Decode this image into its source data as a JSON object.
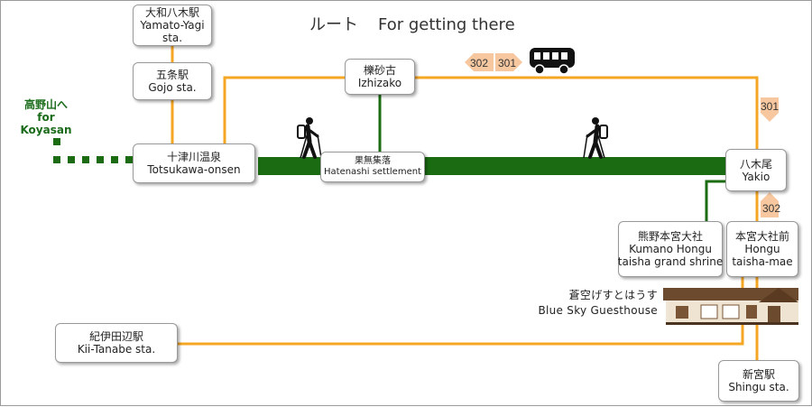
{
  "title": {
    "ja": "ルート",
    "en": "For getting there"
  },
  "koyasan": {
    "ja": "高野山へ",
    "en": "for Koyasan"
  },
  "stations": {
    "yamato_yagi": {
      "ja": "大和八木駅",
      "en1": "Yamato-Yagi",
      "en2": "sta."
    },
    "gojo": {
      "ja": "五条駅",
      "en": "Gojo sta."
    },
    "totsukawa": {
      "ja": "十津川温泉",
      "en": "Totsukawa-onsen"
    },
    "izhizako": {
      "ja": "櫟砂古",
      "en": "Izhizako"
    },
    "hatenashi": {
      "ja": "果無集落",
      "en": "Hatenashi settlement"
    },
    "yakio": {
      "ja": "八木尾",
      "en": "Yakio"
    },
    "kumano_hongu": {
      "ja": "熊野本宮大社",
      "en1": "Kumano Hongu",
      "en2": "taisha grand shrine"
    },
    "hongu_taisha_mae": {
      "ja": "本宮大社前",
      "en1": "Hongu",
      "en2": "taisha-mae"
    },
    "kii_tanabe": {
      "ja": "紀伊田辺駅",
      "en": "Kii-Tanabe sta."
    },
    "shingu": {
      "ja": "新宮駅",
      "en": "Shingu sta."
    }
  },
  "guesthouse": {
    "ja": "蒼空げすとはうす",
    "en": "Blue Sky Guesthouse"
  },
  "bus_routes": {
    "r302_left": "302",
    "r301_right": "301",
    "r301_down": "301",
    "r302_up": "302"
  },
  "colors": {
    "bus_line": "#F5A623",
    "trail": "#1B6B12",
    "arrow": "#F7C8A0",
    "bus": "#111111"
  },
  "icons": [
    "hiker-icon",
    "bus-icon",
    "guesthouse-image"
  ]
}
